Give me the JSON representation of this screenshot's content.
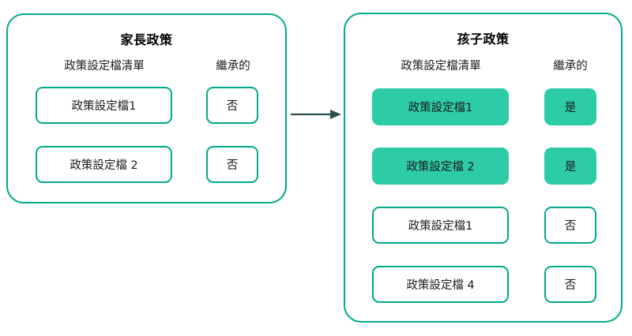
{
  "diagram": {
    "title_text": "",
    "colors": {
      "panel_border": "#00a98a",
      "cell_border": "#00a98a",
      "inherited_fill": "#2dcca7",
      "arrow": "#2e4f4f",
      "text": "#1a1a1a",
      "background": "#ffffff"
    },
    "arrow": {
      "name": "inheritance-arrow",
      "direction": "left-to-right",
      "label": ""
    },
    "panels": [
      {
        "id": "parent",
        "title": "家長政策",
        "headers": {
          "profiles": "政策設定檔清單",
          "inherited": "繼承的"
        },
        "rows": [
          {
            "profile": "政策設定檔1",
            "inherited": "否",
            "highlighted": false
          },
          {
            "profile": "政策設定檔 2",
            "inherited": "否",
            "highlighted": false
          }
        ]
      },
      {
        "id": "child",
        "title": "孩子政策",
        "headers": {
          "profiles": "政策設定檔清單",
          "inherited": "繼承的"
        },
        "rows": [
          {
            "profile": "政策設定檔1",
            "inherited": "是",
            "highlighted": true
          },
          {
            "profile": "政策設定檔 2",
            "inherited": "是",
            "highlighted": true
          },
          {
            "profile": "政策設定檔1",
            "inherited": "否",
            "highlighted": false
          },
          {
            "profile": "政策設定檔 4",
            "inherited": "否",
            "highlighted": false
          }
        ]
      }
    ]
  }
}
